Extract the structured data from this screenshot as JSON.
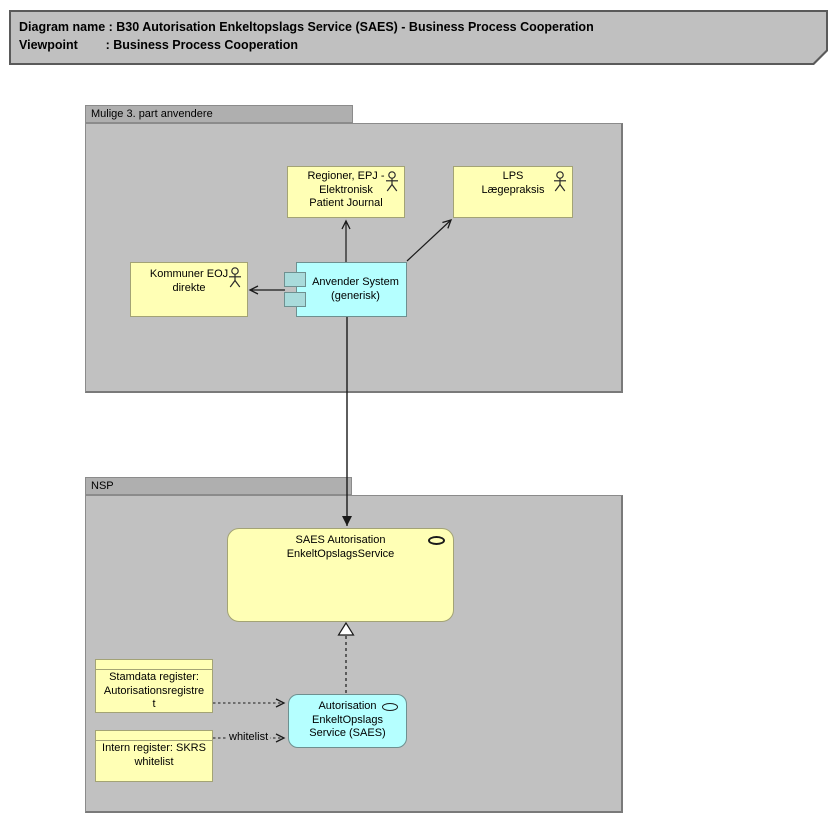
{
  "colors": {
    "business-fill": "#FFFFB5",
    "business-border": "#A3A375",
    "app-fill": "#B5FFFF",
    "app-border": "#6E9090",
    "app-icon-fill": "#A9DBDB",
    "group-fill": "#C1C1C1",
    "group-tab-fill": "#AFAFAF",
    "group-border": "#8B8B8B",
    "note-fill": "#C0C0C0",
    "note-border": "#5A5A5A",
    "line-color": "#1a1a1a"
  },
  "title": {
    "line1": "Diagram name : B30 Autorisation Enkeltopslags Service (SAES) - Business Process Cooperation",
    "line2": "Viewpoint        : Business Process Cooperation"
  },
  "groups": {
    "third_party": {
      "label": "Mulige 3. part anvendere"
    },
    "nsp": {
      "label": "NSP"
    }
  },
  "nodes": {
    "regioner": {
      "label": "Regioner, EPJ -\nElektronisk\nPatient Journal",
      "type": "business-actor"
    },
    "lps": {
      "label": "LPS\nLægepraksis",
      "type": "business-actor"
    },
    "kommuner": {
      "label": "Kommuner EOJ\ndirekte",
      "type": "business-actor"
    },
    "anvender": {
      "label": "Anvender System\n(generisk)",
      "type": "application-component"
    },
    "saes_service": {
      "label": "SAES Autorisation\nEnkeltOpslagsService",
      "type": "business-service"
    },
    "autorisation_service": {
      "label": "Autorisation\nEnkeltOpslags\nService (SAES)",
      "type": "application-service"
    },
    "stamdata": {
      "label": "Stamdata register:\nAutorisationsregistre\nt",
      "type": "business-object"
    },
    "intern": {
      "label": "Intern register: SKRS\nwhitelist",
      "type": "business-object"
    }
  },
  "relations": {
    "whitelist_label": "whitelist"
  }
}
